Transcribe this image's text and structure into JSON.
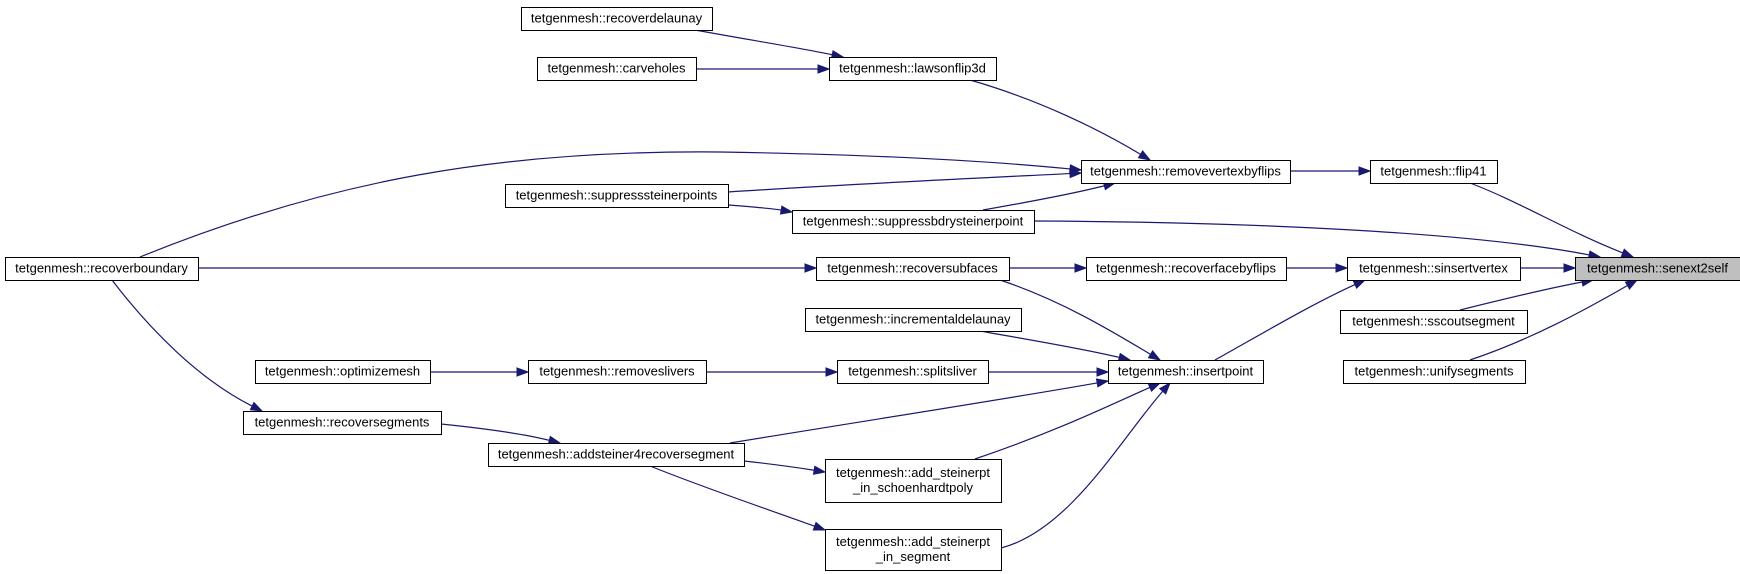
{
  "nodes": [
    {
      "id": "senext2self",
      "lines": [
        "tetgenmesh::senext2self"
      ],
      "root": true
    },
    {
      "id": "flip41",
      "lines": [
        "tetgenmesh::flip41"
      ]
    },
    {
      "id": "sinsertvertex",
      "lines": [
        "tetgenmesh::sinsertvertex"
      ]
    },
    {
      "id": "sscoutsegment",
      "lines": [
        "tetgenmesh::sscoutsegment"
      ]
    },
    {
      "id": "unifysegments",
      "lines": [
        "tetgenmesh::unifysegments"
      ]
    },
    {
      "id": "suppressbdrysteinerpoint",
      "lines": [
        "tetgenmesh::suppressbdrysteinerpoint"
      ]
    },
    {
      "id": "removevertexbyflips",
      "lines": [
        "tetgenmesh::removevertexbyflips"
      ]
    },
    {
      "id": "recoverfacebyflips",
      "lines": [
        "tetgenmesh::recoverfacebyflips"
      ]
    },
    {
      "id": "insertpoint",
      "lines": [
        "tetgenmesh::insertpoint"
      ]
    },
    {
      "id": "lawsonflip3d",
      "lines": [
        "tetgenmesh::lawsonflip3d"
      ]
    },
    {
      "id": "recoverdelaunay",
      "lines": [
        "tetgenmesh::recoverdelaunay"
      ]
    },
    {
      "id": "carveholes",
      "lines": [
        "tetgenmesh::carveholes"
      ]
    },
    {
      "id": "suppresssteinerpoints",
      "lines": [
        "tetgenmesh::suppresssteinerpoints"
      ]
    },
    {
      "id": "recoverboundary",
      "lines": [
        "tetgenmesh::recoverboundary"
      ]
    },
    {
      "id": "recoversubfaces",
      "lines": [
        "tetgenmesh::recoversubfaces"
      ]
    },
    {
      "id": "incrementaldelaunay",
      "lines": [
        "tetgenmesh::incrementaldelaunay"
      ]
    },
    {
      "id": "splitsliver",
      "lines": [
        "tetgenmesh::splitsliver"
      ]
    },
    {
      "id": "removeslivers",
      "lines": [
        "tetgenmesh::removeslivers"
      ]
    },
    {
      "id": "optimizemesh",
      "lines": [
        "tetgenmesh::optimizemesh"
      ]
    },
    {
      "id": "addsteiner4recoversegment",
      "lines": [
        "tetgenmesh::addsteiner4recoversegment"
      ]
    },
    {
      "id": "recoversegments",
      "lines": [
        "tetgenmesh::recoversegments"
      ]
    },
    {
      "id": "add_steinerpt_in_schoenhardtpoly",
      "lines": [
        "tetgenmesh::add_steinerpt",
        "_in_schoenhardtpoly"
      ]
    },
    {
      "id": "add_steinerpt_in_segment",
      "lines": [
        "tetgenmesh::add_steinerpt",
        "_in_segment"
      ]
    }
  ],
  "edges": [
    {
      "from": "flip41",
      "to": "senext2self"
    },
    {
      "from": "sinsertvertex",
      "to": "senext2self"
    },
    {
      "from": "sscoutsegment",
      "to": "senext2self"
    },
    {
      "from": "unifysegments",
      "to": "senext2self"
    },
    {
      "from": "suppressbdrysteinerpoint",
      "to": "senext2self"
    },
    {
      "from": "removevertexbyflips",
      "to": "flip41"
    },
    {
      "from": "lawsonflip3d",
      "to": "removevertexbyflips"
    },
    {
      "from": "recoverboundary",
      "to": "removevertexbyflips"
    },
    {
      "from": "suppresssteinerpoints",
      "to": "removevertexbyflips"
    },
    {
      "from": "suppressbdrysteinerpoint",
      "to": "removevertexbyflips"
    },
    {
      "from": "recoverdelaunay",
      "to": "lawsonflip3d"
    },
    {
      "from": "carveholes",
      "to": "lawsonflip3d"
    },
    {
      "from": "suppresssteinerpoints",
      "to": "suppressbdrysteinerpoint"
    },
    {
      "from": "recoverfacebyflips",
      "to": "sinsertvertex"
    },
    {
      "from": "insertpoint",
      "to": "sinsertvertex"
    },
    {
      "from": "recoversubfaces",
      "to": "recoverfacebyflips"
    },
    {
      "from": "recoverboundary",
      "to": "recoversubfaces"
    },
    {
      "from": "recoversubfaces",
      "to": "insertpoint"
    },
    {
      "from": "incrementaldelaunay",
      "to": "insertpoint"
    },
    {
      "from": "splitsliver",
      "to": "insertpoint"
    },
    {
      "from": "addsteiner4recoversegment",
      "to": "insertpoint"
    },
    {
      "from": "add_steinerpt_in_schoenhardtpoly",
      "to": "insertpoint"
    },
    {
      "from": "add_steinerpt_in_segment",
      "to": "insertpoint"
    },
    {
      "from": "removeslivers",
      "to": "splitsliver"
    },
    {
      "from": "optimizemesh",
      "to": "removeslivers"
    },
    {
      "from": "recoversegments",
      "to": "addsteiner4recoversegment"
    },
    {
      "from": "addsteiner4recoversegment",
      "to": "add_steinerpt_in_schoenhardtpoly"
    },
    {
      "from": "addsteiner4recoversegment",
      "to": "add_steinerpt_in_segment"
    },
    {
      "from": "recoverboundary",
      "to": "recoversegments"
    }
  ]
}
